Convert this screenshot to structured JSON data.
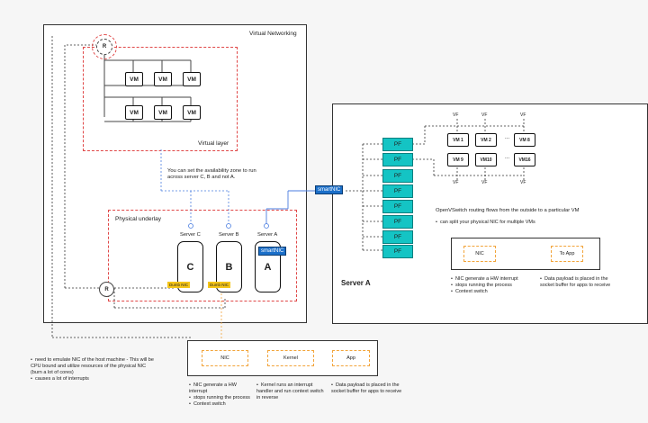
{
  "virtual_networking": {
    "title": "Virtual Networking",
    "router_label": "R",
    "vm_label": "VM",
    "virtual_layer_label": "Virtual layer",
    "availability_note": "You can set the availability zone to run across server C, B and not A.",
    "physical_underlay_label": "Physical underlay",
    "servers": [
      {
        "caption": "Server C",
        "letter": "C"
      },
      {
        "caption": "Server B",
        "letter": "B"
      },
      {
        "caption": "Server A",
        "letter": "A"
      }
    ],
    "dumb_nic_label": "Dumb NIC",
    "smartnic_label": "smartNIC",
    "bottom_router_label": "R"
  },
  "left_notes": [
    "need to emulate NIC of the host machine - This will be CPU bound and utilize resources of the physical NIC (burn a lot of cores)",
    "causes a lot of interrupts"
  ],
  "bottom_flow": {
    "boxes": [
      "NIC",
      "Kernel",
      "App"
    ],
    "notes_col1": [
      "NIC generate a HW interrupt",
      "stops running the process",
      "Context switch"
    ],
    "notes_col2": [
      "Kernel runs an interrupt handler and run context switch in reverse"
    ],
    "notes_col3": [
      "Data payload is placed in the socket buffer for apps to receive"
    ]
  },
  "server_a": {
    "title": "Server A",
    "smartnic_label": "smartNIC",
    "pf_label": "PF",
    "vf_label": "VF",
    "vm_top": [
      "VM 1",
      "VM 2",
      "...",
      "VM 8"
    ],
    "vm_bottom": [
      "VM 9",
      "VM10",
      "...",
      "VM16"
    ],
    "ovs_note": "OpenVSwitch routing flows from the outside to a particular VM",
    "split_note": "can split your physical NIC for multiple VMs",
    "flow_boxes": [
      "NIC",
      "To App"
    ],
    "notes_col1": [
      "NIC generate a HW interrupt",
      "stops running the process",
      "Context switch"
    ],
    "notes_col2": [
      "Data payload is placed in the socket buffer for apps to receive"
    ]
  }
}
